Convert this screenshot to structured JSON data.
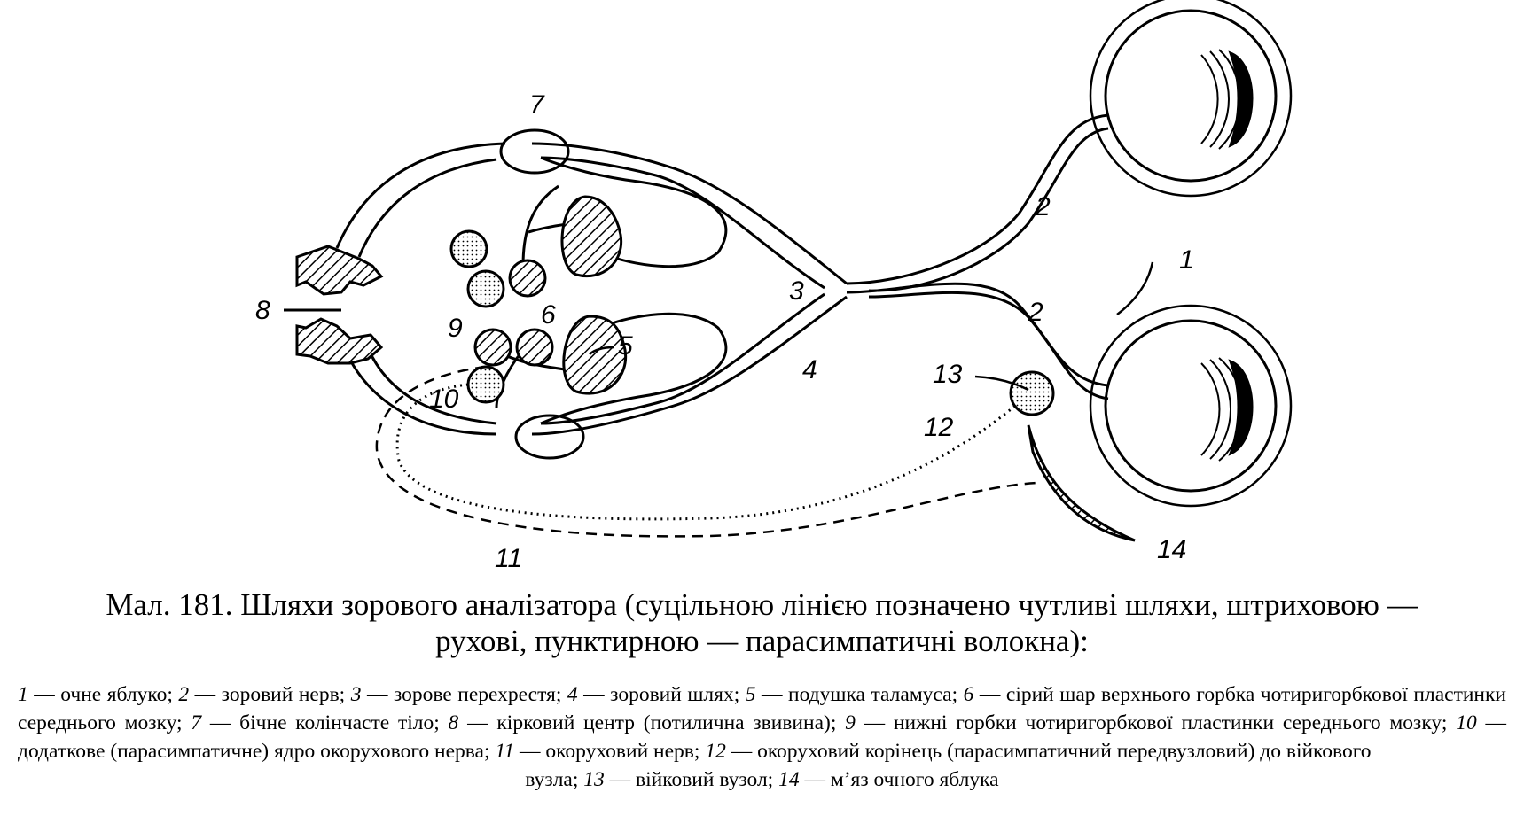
{
  "figure": {
    "labels": {
      "l1": "1",
      "l2a": "2",
      "l2b": "2",
      "l3": "3",
      "l4": "4",
      "l5": "5",
      "l6": "6",
      "l7": "7",
      "l8": "8",
      "l9": "9",
      "l10": "10",
      "l11": "11",
      "l12": "12",
      "l13": "13",
      "l14": "14"
    }
  },
  "caption": {
    "line1": "Мал. 181. Шляхи зорового аналізатора (суцільною лінією позначено чутливі шляхи, штриховою —",
    "line2": "рухові, пунктирною — парасимпатичні волокна):"
  },
  "legend": {
    "items": [
      {
        "num": "1",
        "text": " — очне яблуко; "
      },
      {
        "num": "2",
        "text": " — зоровий нерв; "
      },
      {
        "num": "3",
        "text": " — зорове перехрестя; "
      },
      {
        "num": "4",
        "text": " — зоровий шлях; "
      },
      {
        "num": "5",
        "text": " — подушка таламуса; "
      },
      {
        "num": "6",
        "text": " — сірий шар верхнього горбка чотиригорбкової пластинки середнього мозку; "
      },
      {
        "num": "7",
        "text": " — бічне колінчасте тіло; "
      },
      {
        "num": "8",
        "text": " — кірковий центр (потилична звивина); "
      },
      {
        "num": "9",
        "text": " — нижні горбки чотиригорбкової пластинки середнього мозку; "
      },
      {
        "num": "10",
        "text": " — додаткове (парасимпатичне) ядро окорухового нерва; "
      },
      {
        "num": "11",
        "text": " — окоруховий нерв; "
      },
      {
        "num": "12",
        "text": " — окоруховий корінець (парасимпатичний передвузловий)  до війкового"
      }
    ],
    "tail": [
      {
        "pre": "вузла; ",
        "num": "13",
        "text": " — війковий вузол; "
      },
      {
        "pre": "",
        "num": "14",
        "text": " — м’яз очного яблука"
      }
    ]
  }
}
